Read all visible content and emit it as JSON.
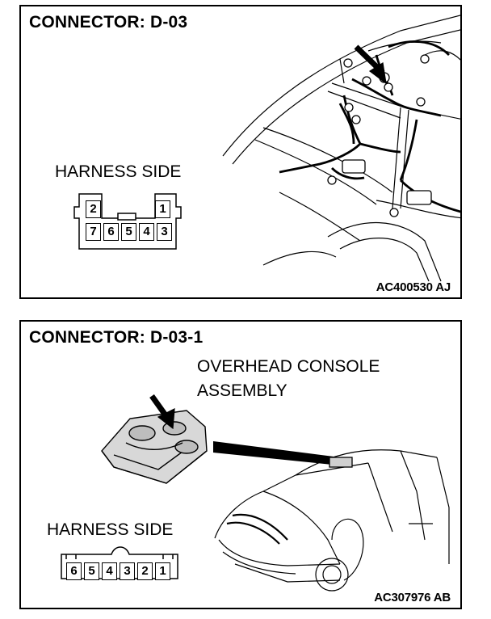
{
  "connector1": {
    "title": "CONNECTOR: D-03",
    "harness_label": "HARNESS SIDE",
    "pins_top": [
      "2",
      "1"
    ],
    "pins_bottom": [
      "7",
      "6",
      "5",
      "4",
      "3"
    ],
    "figure_code": "AC400530 AJ"
  },
  "connector2": {
    "title": "CONNECTOR: D-03-1",
    "component_label_line1": "OVERHEAD CONSOLE",
    "component_label_line2": "ASSEMBLY",
    "harness_label": "HARNESS SIDE",
    "pins": [
      "6",
      "5",
      "4",
      "3",
      "2",
      "1"
    ],
    "figure_code": "AC307976 AB"
  }
}
